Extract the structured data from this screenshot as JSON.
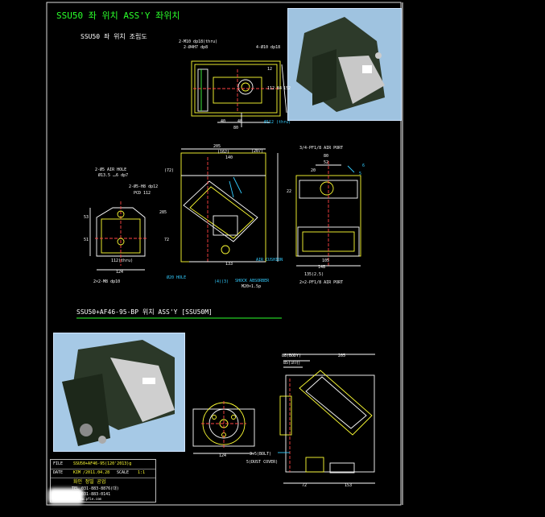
{
  "title_main": "SSU50 좌 위치 ASS'Y 좌위치",
  "title_sub": "SSU50 좌 위치 조립도",
  "section2_title": "SSU50+AF46-95-BP 위치 ASS'Y [SSU50M]",
  "top_view": {
    "labels": [
      "2-M10 dp18(thru)",
      "2-Ø4H7 dp8",
      "4-Ø10 dp18",
      "40",
      "40",
      "80",
      "Ø112 (thru)"
    ],
    "side_dims": [
      "12",
      "112",
      "84",
      "152"
    ]
  },
  "front_view": {
    "labels": [
      "205",
      "(162)",
      "140",
      "(207)",
      "(72)",
      "285",
      "72",
      "133",
      "AIR CUSHION",
      "Ø20 HOLE",
      "SHOCK ABSORBER",
      "M20×1.5p",
      "(4)(3)"
    ],
    "left_labels": [
      "2-Ø5 AIR HOLE",
      "Ø13.5 ⌴6 dp7",
      "2-Ø5-H8 dp12",
      "PCD 112",
      "2×2-M8 dp10",
      "124",
      "112(thru)",
      "53",
      "51"
    ]
  },
  "side_view": {
    "labels": [
      "3/4-PF1/8 AIR PORT",
      "80",
      "52",
      "20",
      "148",
      "105",
      "22",
      "6",
      "5",
      "135(2.5)",
      "2×2-PF1/8 AIR PORT"
    ]
  },
  "lower_view": {
    "labels": [
      "88(BODY)",
      "85(코너)",
      "205",
      "124",
      "72",
      "153",
      "3.5(BOLT)",
      "5(DUST COVER)"
    ]
  },
  "title_block": {
    "rows": [
      {
        "key": "FILE",
        "value": "SSU50+AF46-95(120'2013)g"
      },
      {
        "key": "DATE",
        "value": "KIM /2011.04.28"
      },
      {
        "key": "SCALE",
        "value": "1:1"
      }
    ],
    "company": "화인 정밀 공업",
    "tel": "TEL 031-883-8876(대)",
    "fax": "FAX 031-883-0141",
    "web": "www.pfie.com"
  },
  "colors": {
    "background": "#000000",
    "border": "#ffffff",
    "drawing_line": "#ffff33",
    "dimension": "#ffffff",
    "title_green": "#2bff2b",
    "annotation": "#33ccff"
  }
}
